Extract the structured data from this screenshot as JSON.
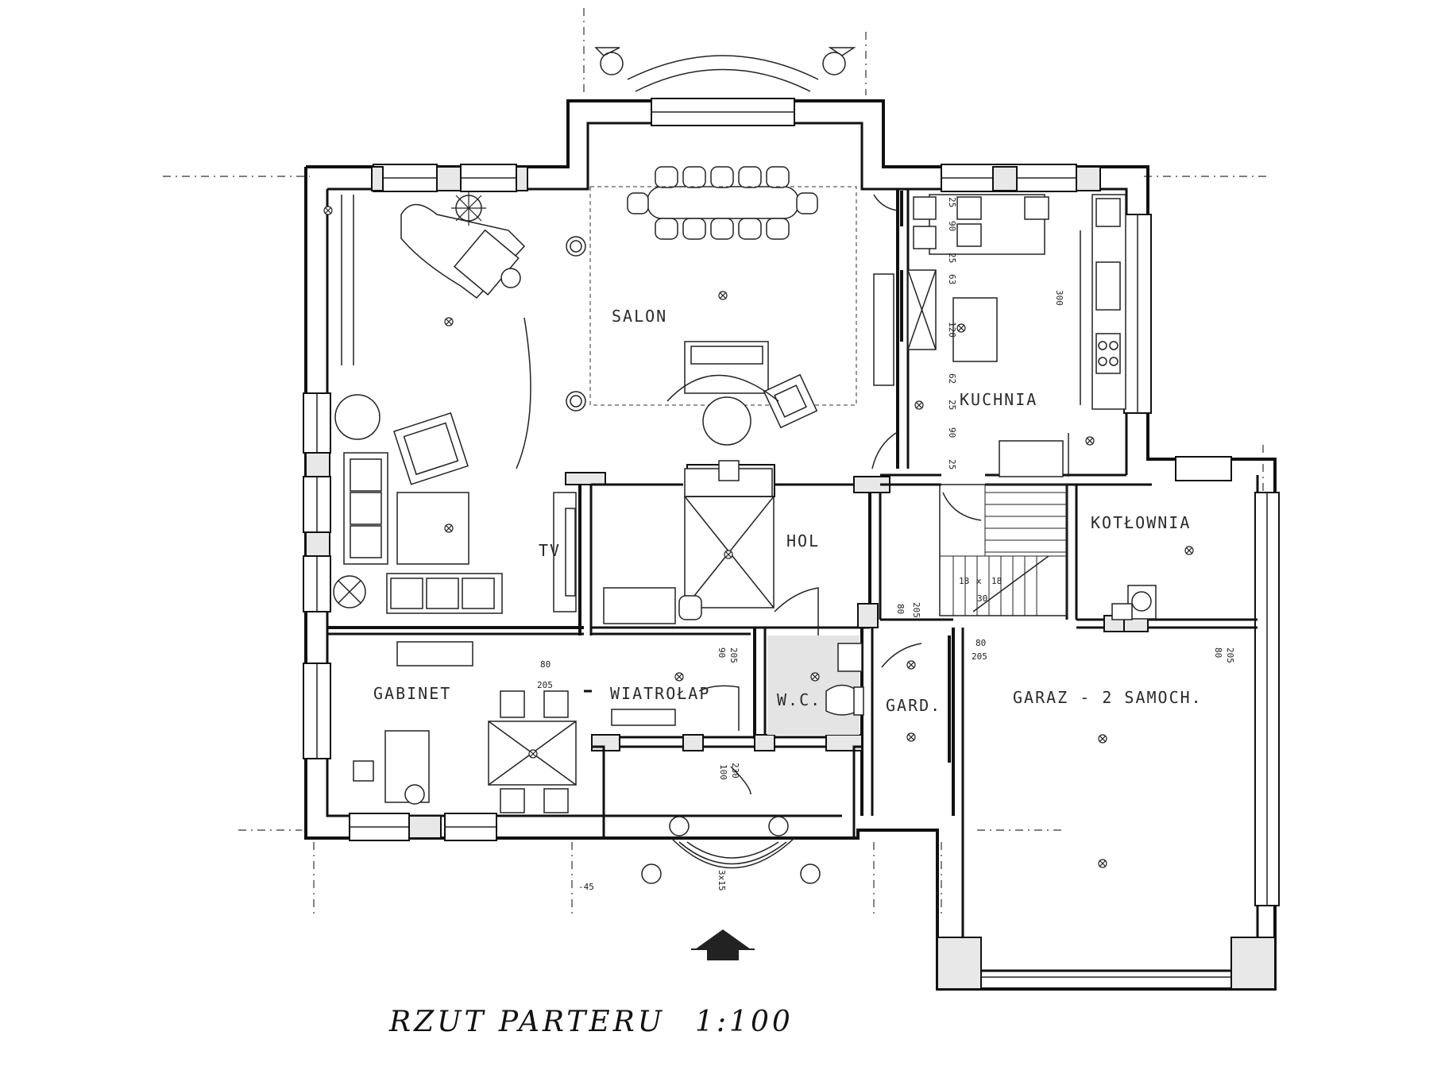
{
  "drawing": {
    "title": "RZUT PARTERU",
    "scale": "1:100"
  },
  "rooms": {
    "salon": "SALON",
    "kuchnia": "KUCHNIA",
    "hol": "HOL",
    "kotlownia": "KOTŁOWNIA",
    "gabinet": "GABINET",
    "wiatrolap": "WIATROŁAP",
    "wc": "W.C.",
    "gard": "GARD.",
    "garaz": "GARAZ - 2 SAMOCH.",
    "tv": "TV"
  },
  "dimensions": {
    "k1": "25",
    "k2": "90",
    "k3": "25",
    "k4": "63",
    "k5": "120",
    "k6": "62",
    "k7": "25",
    "k8": "90",
    "k9": "25",
    "counter": "300",
    "stairs_a": "18",
    "stairs_x": "x",
    "stairs_b": "18",
    "stairs_c": "30",
    "d80a": "80",
    "d205a": "205",
    "d205b": "205",
    "d90b": "90",
    "d80c": "80",
    "d205c": "205",
    "d80d": "80",
    "d205d": "205",
    "d205e": "205",
    "d80e": "80",
    "d230": "230",
    "d100": "100",
    "d3x15": "3x15",
    "d45": "-45"
  }
}
